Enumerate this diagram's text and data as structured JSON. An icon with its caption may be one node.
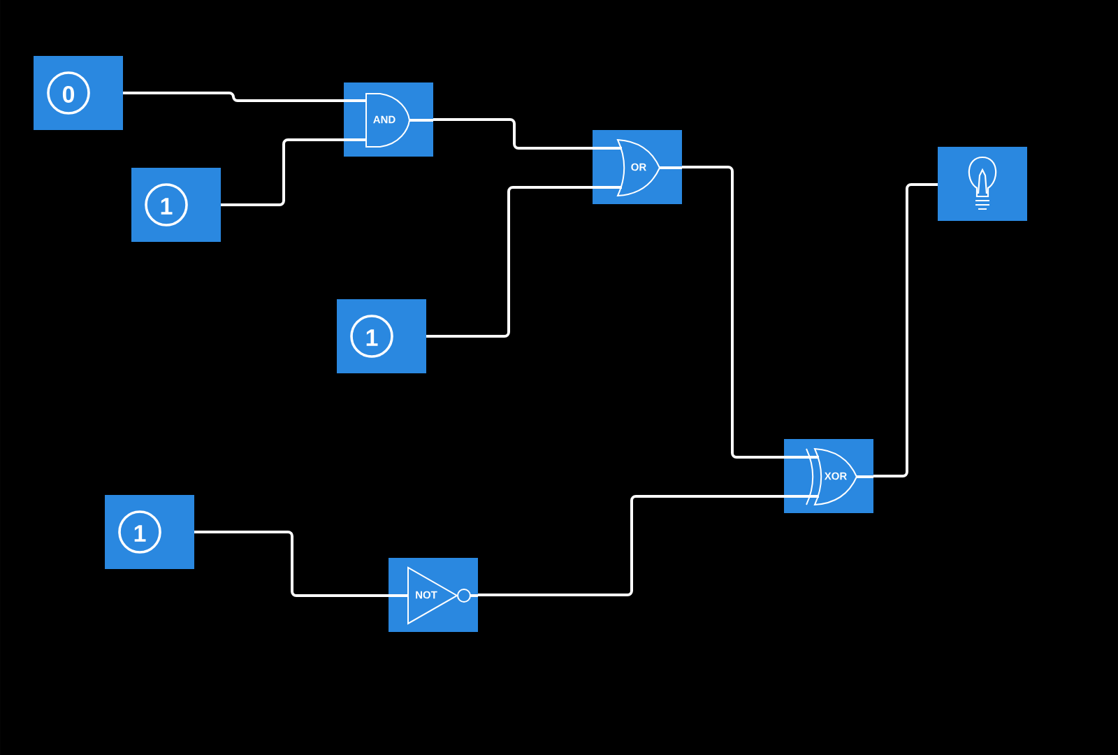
{
  "diagram": {
    "nodes": [
      {
        "text": [
          "0"
        ]
      },
      {
        "text": [
          "1"
        ]
      },
      {
        "text": [
          "AND"
        ]
      },
      {
        "text": [
          "OR"
        ]
      },
      {
        "text": [
          "1"
        ]
      },
      {
        "text": [
          "XOR"
        ]
      },
      {
        "text": [],
        "shape": "picture"
      },
      {
        "text": [
          "1"
        ]
      },
      {
        "text": [
          "NOT"
        ]
      }
    ],
    "edges": [
      {
        "from": 0,
        "to": 2,
        "arrow": "none"
      },
      {
        "from": 1,
        "to": 2,
        "arrow": "none"
      },
      {
        "from": 2,
        "to": 3,
        "arrow": "none"
      },
      {
        "from": 4,
        "to": 3,
        "arrow": "none"
      },
      {
        "from": 3,
        "to": 5,
        "arrow": "none"
      },
      {
        "from": 7,
        "to": 8,
        "arrow": "none"
      },
      {
        "from": 8,
        "to": 5,
        "arrow": "none"
      },
      {
        "from": 5,
        "to": 6,
        "arrow": "none"
      }
    ]
  }
}
